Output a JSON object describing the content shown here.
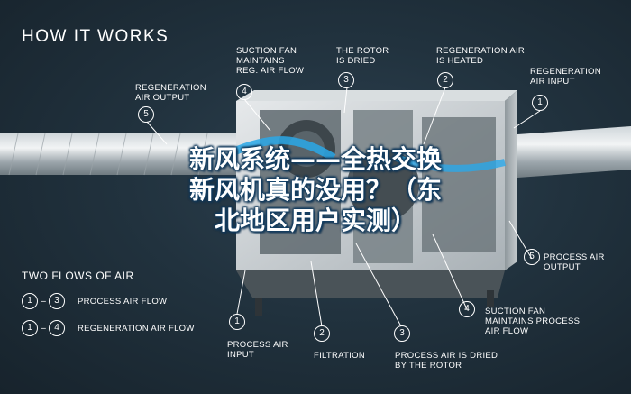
{
  "title": "HOW IT WORKS",
  "callouts": {
    "regen_output": {
      "num": "5",
      "text": "REGENERATION\nAIR OUTPUT"
    },
    "suction_regen": {
      "num": "4",
      "text": "SUCTION FAN\nMAINTAINS\nREG. AIR FLOW"
    },
    "rotor_dried": {
      "num": "3",
      "text": "THE ROTOR\nIS DRIED"
    },
    "regen_heated": {
      "num": "2",
      "text": "REGENERATION AIR\nIS HEATED"
    },
    "regen_input": {
      "num": "1",
      "text": "REGENERATION\nAIR INPUT"
    },
    "process_output": {
      "num": "5",
      "text": "PROCESS AIR\nOUTPUT"
    },
    "suction_process": {
      "num": "4",
      "text": "SUCTION FAN\nMAINTAINS PROCESS\nAIR FLOW"
    },
    "process_input": {
      "num": "1",
      "text": "PROCESS AIR\nINPUT"
    },
    "filtration": {
      "num": "2",
      "text": "FILTRATION"
    },
    "process_dried": {
      "num": "3",
      "text": "PROCESS AIR IS DRIED\nBY THE ROTOR"
    }
  },
  "legend": {
    "title": "TWO FLOWS OF AIR",
    "rows": [
      {
        "from": "1",
        "to": "3",
        "label": "PROCESS AIR FLOW"
      },
      {
        "from": "1",
        "to": "4",
        "label": "REGENERATION AIR FLOW"
      }
    ]
  },
  "overlay": {
    "line1": "新风系统——全热交换",
    "line2": "新风机真的没用？（东",
    "line3": "北地区用户实测）"
  }
}
